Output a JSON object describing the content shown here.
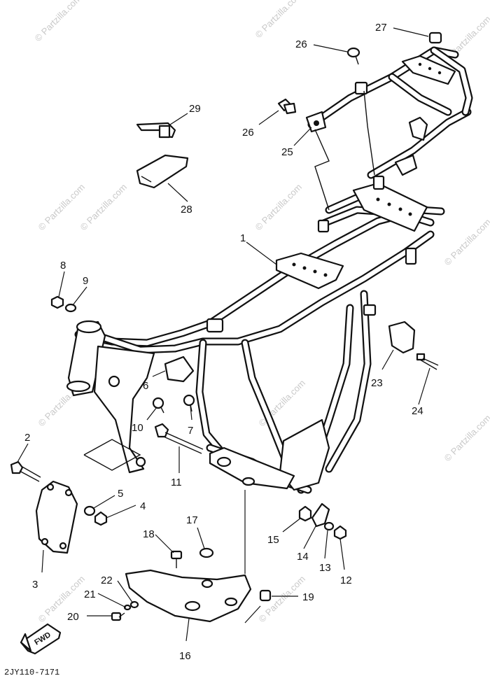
{
  "watermark": "© Partzilla.com",
  "drawing_code": "2JY110-7171",
  "fwd_arrow": {
    "label": "FWD",
    "icon": "fwd-arrow-icon"
  },
  "callouts": {
    "c1": "1",
    "c2": "2",
    "c3": "3",
    "c4": "4",
    "c5": "5",
    "c6": "6",
    "c7": "7",
    "c8": "8",
    "c9": "9",
    "c10": "10",
    "c11": "11",
    "c12": "12",
    "c13": "13",
    "c14": "14",
    "c15": "15",
    "c16": "16",
    "c17": "17",
    "c18": "18",
    "c19": "19",
    "c20": "20",
    "c21": "21",
    "c22": "22",
    "c23": "23",
    "c24": "24",
    "c25": "25",
    "c26a": "26",
    "c26b": "26",
    "c27": "27",
    "c28": "28",
    "c29": "29"
  }
}
